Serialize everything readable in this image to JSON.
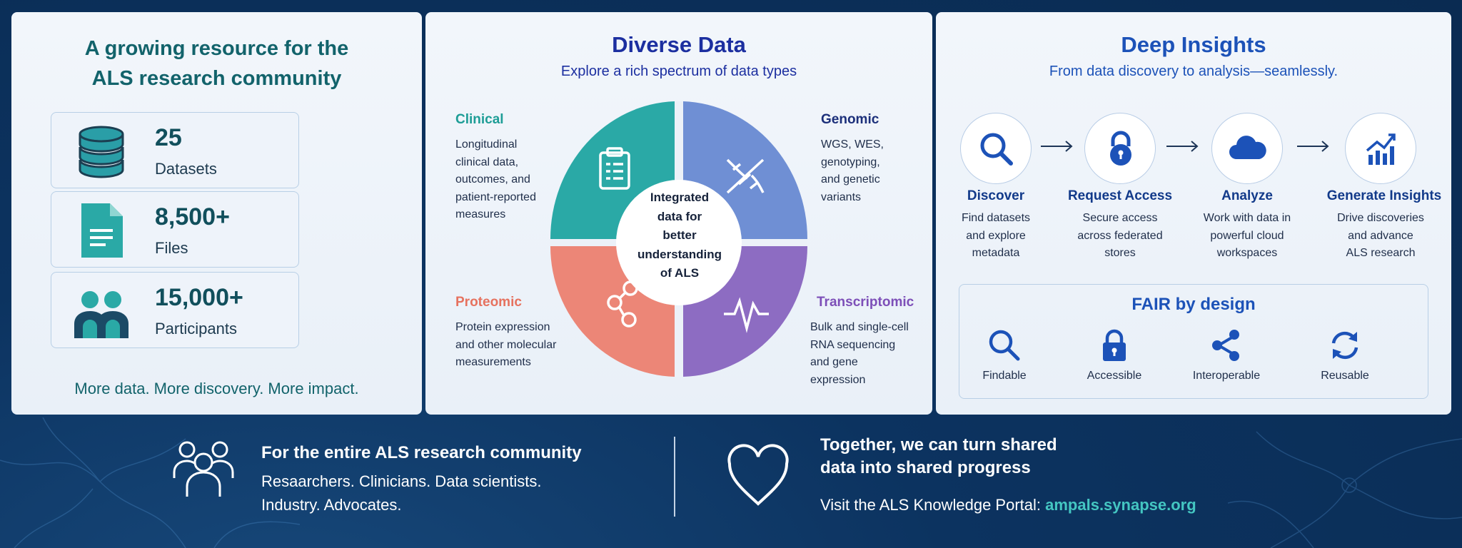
{
  "left": {
    "heading_line1": "A growing resource for the",
    "heading_line2": "ALS research community",
    "stats": [
      {
        "value": "25",
        "label": "Datasets",
        "icon": "database-icon"
      },
      {
        "value": "8,500+",
        "label": "Files",
        "icon": "file-icon"
      },
      {
        "value": "15,000+",
        "label": "Participants",
        "icon": "people-icon"
      }
    ],
    "tagline": "More data. More discovery. More impact."
  },
  "middle": {
    "title": "Diverse Data",
    "subtitle": "Explore a rich spectrum of data types",
    "center_text": [
      "Integrated",
      "data for",
      "better",
      "understanding",
      "of ALS"
    ],
    "categories": [
      {
        "title": "Clinical",
        "lines": [
          "Longitudinal",
          "clinical data,",
          "outcomes, and",
          "patient-reported",
          "measures"
        ],
        "color": "#2aa9a6",
        "icon": "clipboard-icon"
      },
      {
        "title": "Genomic",
        "lines": [
          "WGS, WES,",
          "genotyping,",
          "and genetic",
          "variants"
        ],
        "color": "#6f8fd4",
        "icon": "dna-icon"
      },
      {
        "title": "Proteomic",
        "lines": [
          "Protein expression",
          "and other molecular",
          "measurements"
        ],
        "color": "#ec8677",
        "icon": "molecule-icon"
      },
      {
        "title": "Transcriptomic",
        "lines": [
          "Bulk and single-cell",
          "RNA sequencing",
          "and gene",
          "expression"
        ],
        "color": "#8d6cc2",
        "icon": "waveform-icon"
      }
    ]
  },
  "right": {
    "title": "Deep Insights",
    "subtitle": "From data discovery to analysis—seamlessly.",
    "steps": [
      {
        "title": "Discover",
        "lines": [
          "Find datasets",
          "and explore",
          "metadata"
        ],
        "icon": "search-icon"
      },
      {
        "title": "Request Access",
        "lines": [
          "Secure access",
          "across federated",
          "stores"
        ],
        "icon": "lock-icon"
      },
      {
        "title": "Analyze",
        "lines": [
          "Work with data in",
          "powerful cloud",
          "workspaces"
        ],
        "icon": "cloud-icon"
      },
      {
        "title": "Generate Insights",
        "lines": [
          "Drive discoveries",
          "and advance",
          "ALS research"
        ],
        "icon": "chart-growth-icon"
      }
    ],
    "fair": {
      "title": "FAIR by design",
      "items": [
        {
          "label": "Findable",
          "icon": "search-icon"
        },
        {
          "label": "Accessible",
          "icon": "lock-icon"
        },
        {
          "label": "Interoperable",
          "icon": "share-icon"
        },
        {
          "label": "Reusable",
          "icon": "refresh-icon"
        }
      ]
    },
    "accent_color": "#1c52b8"
  },
  "bottom": {
    "community_heading": "For the entire ALS research community",
    "community_line1": "Resaarchers. Clinicians. Data scientists.",
    "community_line2": "Industry. Advocates.",
    "together_line1": "Together, we can turn shared",
    "together_line2": "data into shared progress",
    "visit_text": "Visit the ALS Knowledge Portal: ",
    "link_text": "ampals.synapse.org"
  }
}
